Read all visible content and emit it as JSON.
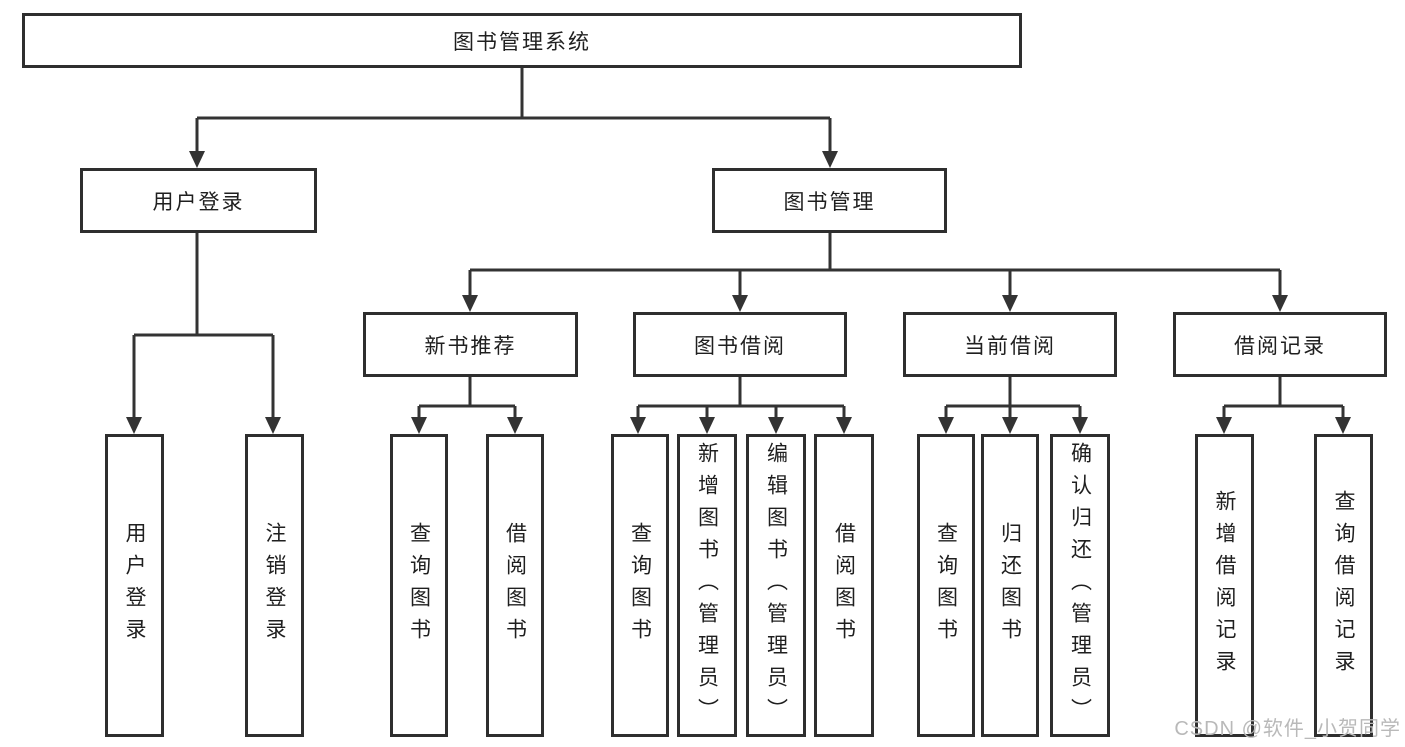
{
  "root": {
    "label": "图书管理系统"
  },
  "branches": [
    {
      "label": "用户登录",
      "leaves": [
        {
          "label": "用户登录"
        },
        {
          "label": "注销登录"
        }
      ]
    },
    {
      "label": "图书管理",
      "groups": [
        {
          "label": "新书推荐",
          "leaves": [
            {
              "label": "查询图书"
            },
            {
              "label": "借阅图书"
            }
          ]
        },
        {
          "label": "图书借阅",
          "leaves": [
            {
              "label": "查询图书"
            },
            {
              "label": "新增图书（管理员）"
            },
            {
              "label": "编辑图书（管理员）"
            },
            {
              "label": "借阅图书"
            }
          ]
        },
        {
          "label": "当前借阅",
          "leaves": [
            {
              "label": "查询图书"
            },
            {
              "label": "归还图书"
            },
            {
              "label": "确认归还（管理员）"
            }
          ]
        },
        {
          "label": "借阅记录",
          "leaves": [
            {
              "label": "新增借阅记录"
            },
            {
              "label": "查询借阅记录"
            }
          ]
        }
      ]
    }
  ],
  "watermark": "CSDN @软件_小贺同学",
  "colors": {
    "line": "#333333",
    "border": "#2e2e2e",
    "text": "#1f1f1f",
    "watermark_text": "#b9b9b9",
    "background": "#ffffff"
  }
}
